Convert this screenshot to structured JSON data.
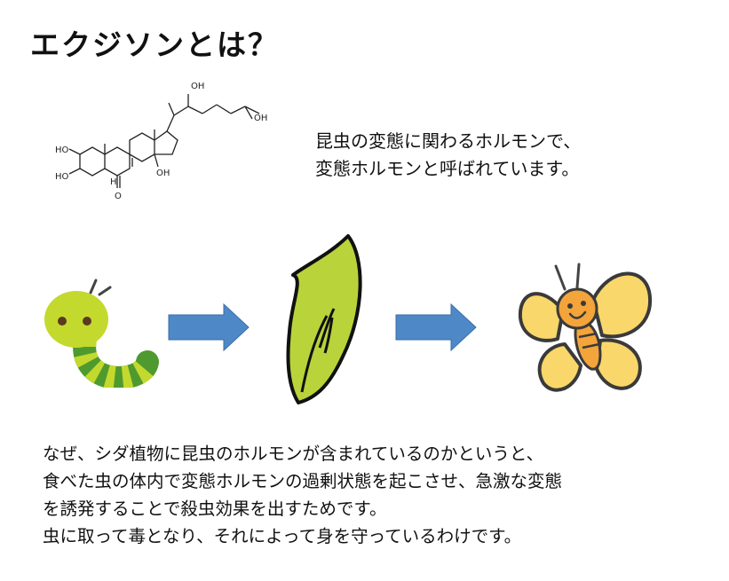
{
  "title": "エクジソンとは？",
  "molecule": {
    "labels": {
      "oh_top": "OH",
      "oh_right": "OH",
      "ho_upper": "HO",
      "ho_lower": "HO",
      "oh_middle": "OH",
      "h": "H",
      "o": "O"
    }
  },
  "description": {
    "line1": "昆虫の変態に関わるホルモンで、",
    "line2": "変態ホルモンと呼ばれています。"
  },
  "stages": {
    "larva": "caterpillar-icon",
    "pupa": "chrysalis-icon",
    "adult": "butterfly-icon"
  },
  "colors": {
    "arrow": "#4f88c6",
    "caterpillar_head": "#c4d92e",
    "caterpillar_stripe": "#4f9a2e",
    "chrysalis": "#b9d33a",
    "butterfly_wing": "#f9d76a",
    "butterfly_body": "#f3a43a"
  },
  "body": {
    "line1": "なぜ、シダ植物に昆虫のホルモンが含まれているのかというと、",
    "line2": "食べた虫の体内で変態ホルモンの過剰状態を起こさせ、急激な変態",
    "line3": "を誘発することで殺虫効果を出すためです。",
    "line4": "虫に取って毒となり、それによって身を守っているわけです。"
  }
}
